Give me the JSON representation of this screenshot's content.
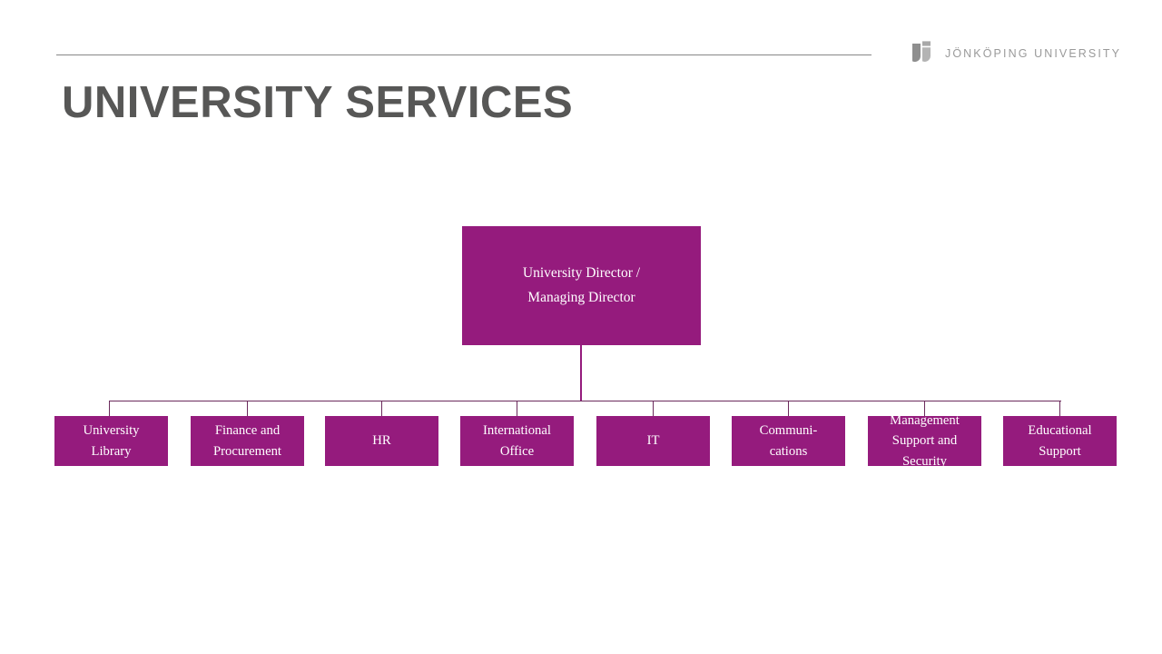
{
  "header": {
    "title": "UNIVERSITY SERVICES",
    "rule_color": "#878787",
    "title_color": "#575756"
  },
  "logo": {
    "mark_name": "jonkoping-university-j-mark",
    "wordmark": "JÖNKÖPING UNIVERSITY",
    "color": "#9a9a9a"
  },
  "chart_data": {
    "type": "diagram",
    "title": "University Services",
    "accent_color": "#951B7D",
    "connector_color": "#6b2a5c",
    "root": {
      "label": "University Director / Managing Director",
      "line1": "University Director /",
      "line2": "Managing Director"
    },
    "children": [
      {
        "label": "University Library",
        "line1": "University",
        "line2": "Library"
      },
      {
        "label": "Finance and Procurement",
        "line1": "Finance and",
        "line2": "Procurement"
      },
      {
        "label": "HR",
        "line1": "HR",
        "line2": ""
      },
      {
        "label": "International Office",
        "line1": "International",
        "line2": "Office"
      },
      {
        "label": "IT",
        "line1": "IT",
        "line2": ""
      },
      {
        "label": "Communications",
        "line1": "Communi-",
        "line2": "cations"
      },
      {
        "label": "Management Support and Security",
        "line1": "Management",
        "line2": "Support and",
        "line3": "Security"
      },
      {
        "label": "Educational Support",
        "line1": "Educational",
        "line2": "Support"
      }
    ]
  }
}
